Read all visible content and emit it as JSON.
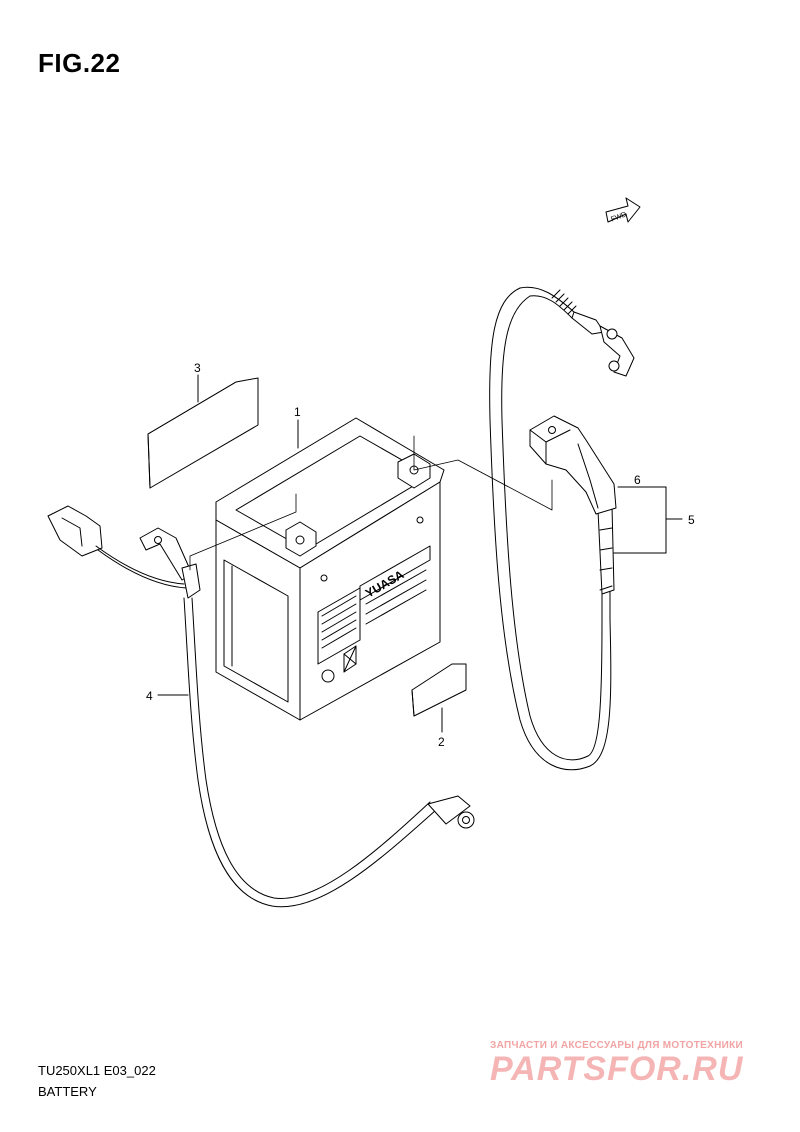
{
  "figure": {
    "title": "FIG.22",
    "model_code": "TU250XL1 E03_022",
    "section_name": "BATTERY"
  },
  "callouts": [
    "1",
    "2",
    "3",
    "4",
    "5",
    "6"
  ],
  "battery_brand": "YUASA",
  "direction_marker": "FWD",
  "watermark": {
    "subtitle": "ЗАПЧАСТИ И АКСЕССУАРЫ ДЛЯ МОТОТЕХНИКИ",
    "brand": "PARTSFOR.RU"
  },
  "colors": {
    "line": "#000000",
    "background": "#ffffff",
    "watermark": "#f5b5b5"
  }
}
